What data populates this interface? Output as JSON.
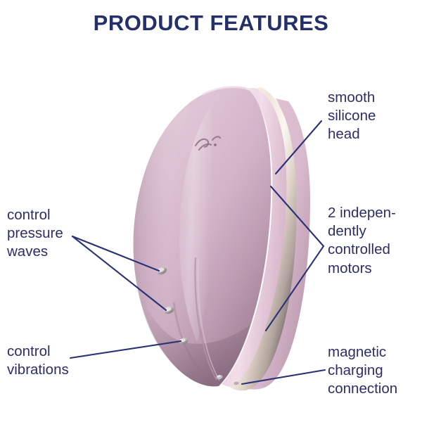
{
  "page": {
    "title": "PRODUCT FEATURES",
    "background_color": "#ffffff",
    "text_color": "#2b2f66",
    "title_color": "#25306b"
  },
  "product": {
    "name": "silicone pressure-wave massager",
    "body_color_light": "#dfc6d6",
    "body_color_mid": "#cfaec4",
    "body_color_dark": "#9b7b91",
    "metal_band_color": "#efe7dc",
    "metal_band_shadow": "#6d5d62",
    "accent_pink": "#e7c9d8",
    "button_color": "#b9b2b4",
    "logo_mark": "satisfyer-emblem"
  },
  "callouts": [
    {
      "id": "smooth-silicone-head",
      "text": "smooth\nsilicone\nhead",
      "side": "right",
      "leader": "single-line"
    },
    {
      "id": "two-motors",
      "text": "2 indepen-\ndently\ncontrolled\nmotors",
      "side": "right",
      "leader": "chevron"
    },
    {
      "id": "magnetic-charging-connection",
      "text": "magnetic\ncharging\nconnection",
      "side": "right",
      "leader": "single-line"
    },
    {
      "id": "control-pressure-waves",
      "text": "control\npressure\nwaves",
      "side": "left",
      "leader": "two-lines"
    },
    {
      "id": "control-vibrations",
      "text": "control\nvibrations",
      "side": "left",
      "leader": "single-line"
    }
  ],
  "leader_line_color": "#2b3275"
}
